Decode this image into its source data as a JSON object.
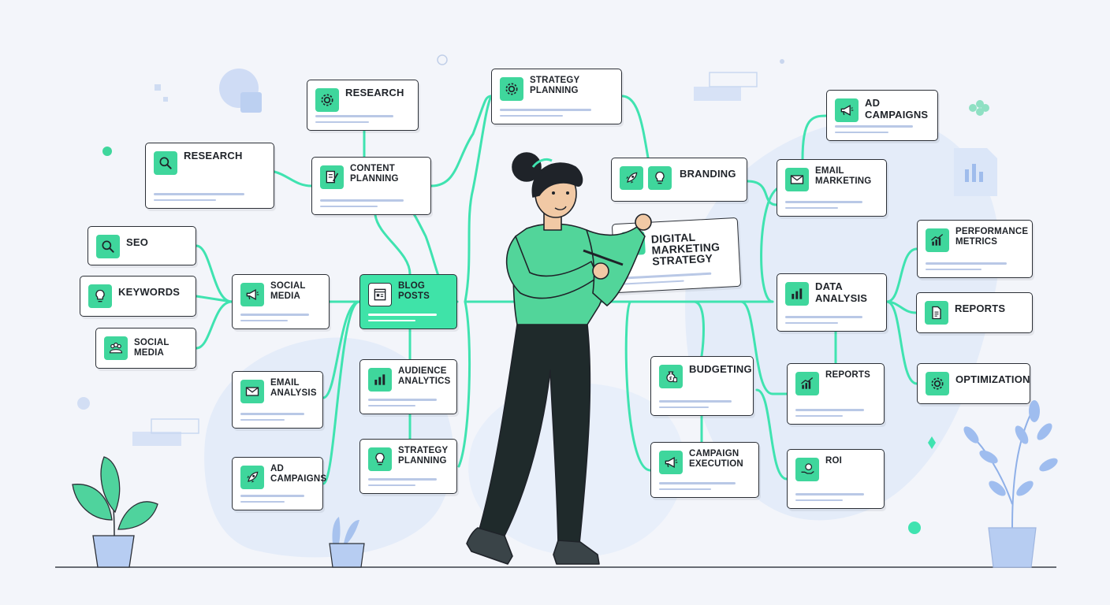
{
  "diagram": {
    "central": {
      "label": "DIGITAL\nMARKETING\nSTRATEGY",
      "icon": "rocket-icon"
    },
    "nodes": [
      {
        "id": "research-top",
        "label": "RESEARCH",
        "icon": "gear-icon"
      },
      {
        "id": "research-left",
        "label": "RESEARCH",
        "icon": "magnifier-icon"
      },
      {
        "id": "content-planning",
        "label": "CONTENT\nPLANNING",
        "icon": "document-pen-icon"
      },
      {
        "id": "strategy-planning-top",
        "label": "STRATEGY\nPLANNING",
        "icon": "gear-icon"
      },
      {
        "id": "branding",
        "label": "BRANDING",
        "icon": "lightbulb-icon"
      },
      {
        "id": "ad-campaigns-top",
        "label": "AD\nCAMPAIGNS",
        "icon": "megaphone-icon"
      },
      {
        "id": "email-marketing",
        "label": "EMAIL\nMARKETING",
        "icon": "envelope-icon"
      },
      {
        "id": "performance-metrics",
        "label": "PERFORMANCE\nMETRICS",
        "icon": "growth-chart-icon"
      },
      {
        "id": "seo",
        "label": "SEO",
        "icon": "magnifier-icon"
      },
      {
        "id": "keywords",
        "label": "KEYWORDS",
        "icon": "lightbulb-icon"
      },
      {
        "id": "social-media-small",
        "label": "SOCIAL\nMEDIA",
        "icon": "people-icon"
      },
      {
        "id": "social-media",
        "label": "SOCIAL\nMEDIA",
        "icon": "megaphone-icon"
      },
      {
        "id": "blog-posts",
        "label": "BLOG\nPOSTS",
        "icon": "blog-page-icon"
      },
      {
        "id": "data-analysis",
        "label": "DATA\nANALYSIS",
        "icon": "bar-chart-icon"
      },
      {
        "id": "reports-right",
        "label": "REPORTS",
        "icon": "document-icon"
      },
      {
        "id": "email-analysis",
        "label": "EMAIL\nANALYSIS",
        "icon": "envelope-icon"
      },
      {
        "id": "audience-analytics",
        "label": "AUDIENCE\nANALYTICS",
        "icon": "bar-chart-icon"
      },
      {
        "id": "budgeting",
        "label": "BUDGETING",
        "icon": "money-bag-icon"
      },
      {
        "id": "reports-mid",
        "label": "REPORTS",
        "icon": "growth-chart-icon"
      },
      {
        "id": "optimization",
        "label": "OPTIMIZATION",
        "icon": "gear-icon"
      },
      {
        "id": "ad-campaigns-bottom",
        "label": "AD\nCAMPAIGNS",
        "icon": "rocket-icon"
      },
      {
        "id": "strategy-planning-bottom",
        "label": "STRATEGY\nPLANNING",
        "icon": "lightbulb-icon"
      },
      {
        "id": "campaign-execution",
        "label": "CAMPAIGN\nEXECUTION",
        "icon": "megaphone-icon"
      },
      {
        "id": "roi",
        "label": "ROI",
        "icon": "roi-coin-hand-icon"
      }
    ]
  },
  "colors": {
    "accent": "#3fd69c",
    "connector": "#3fe3b0",
    "card_border": "#2b2f36",
    "background": "#f3f5fa",
    "pale_blue": "#dce7f8",
    "shirt": "#52d59a",
    "pants": "#1f2a2b"
  }
}
